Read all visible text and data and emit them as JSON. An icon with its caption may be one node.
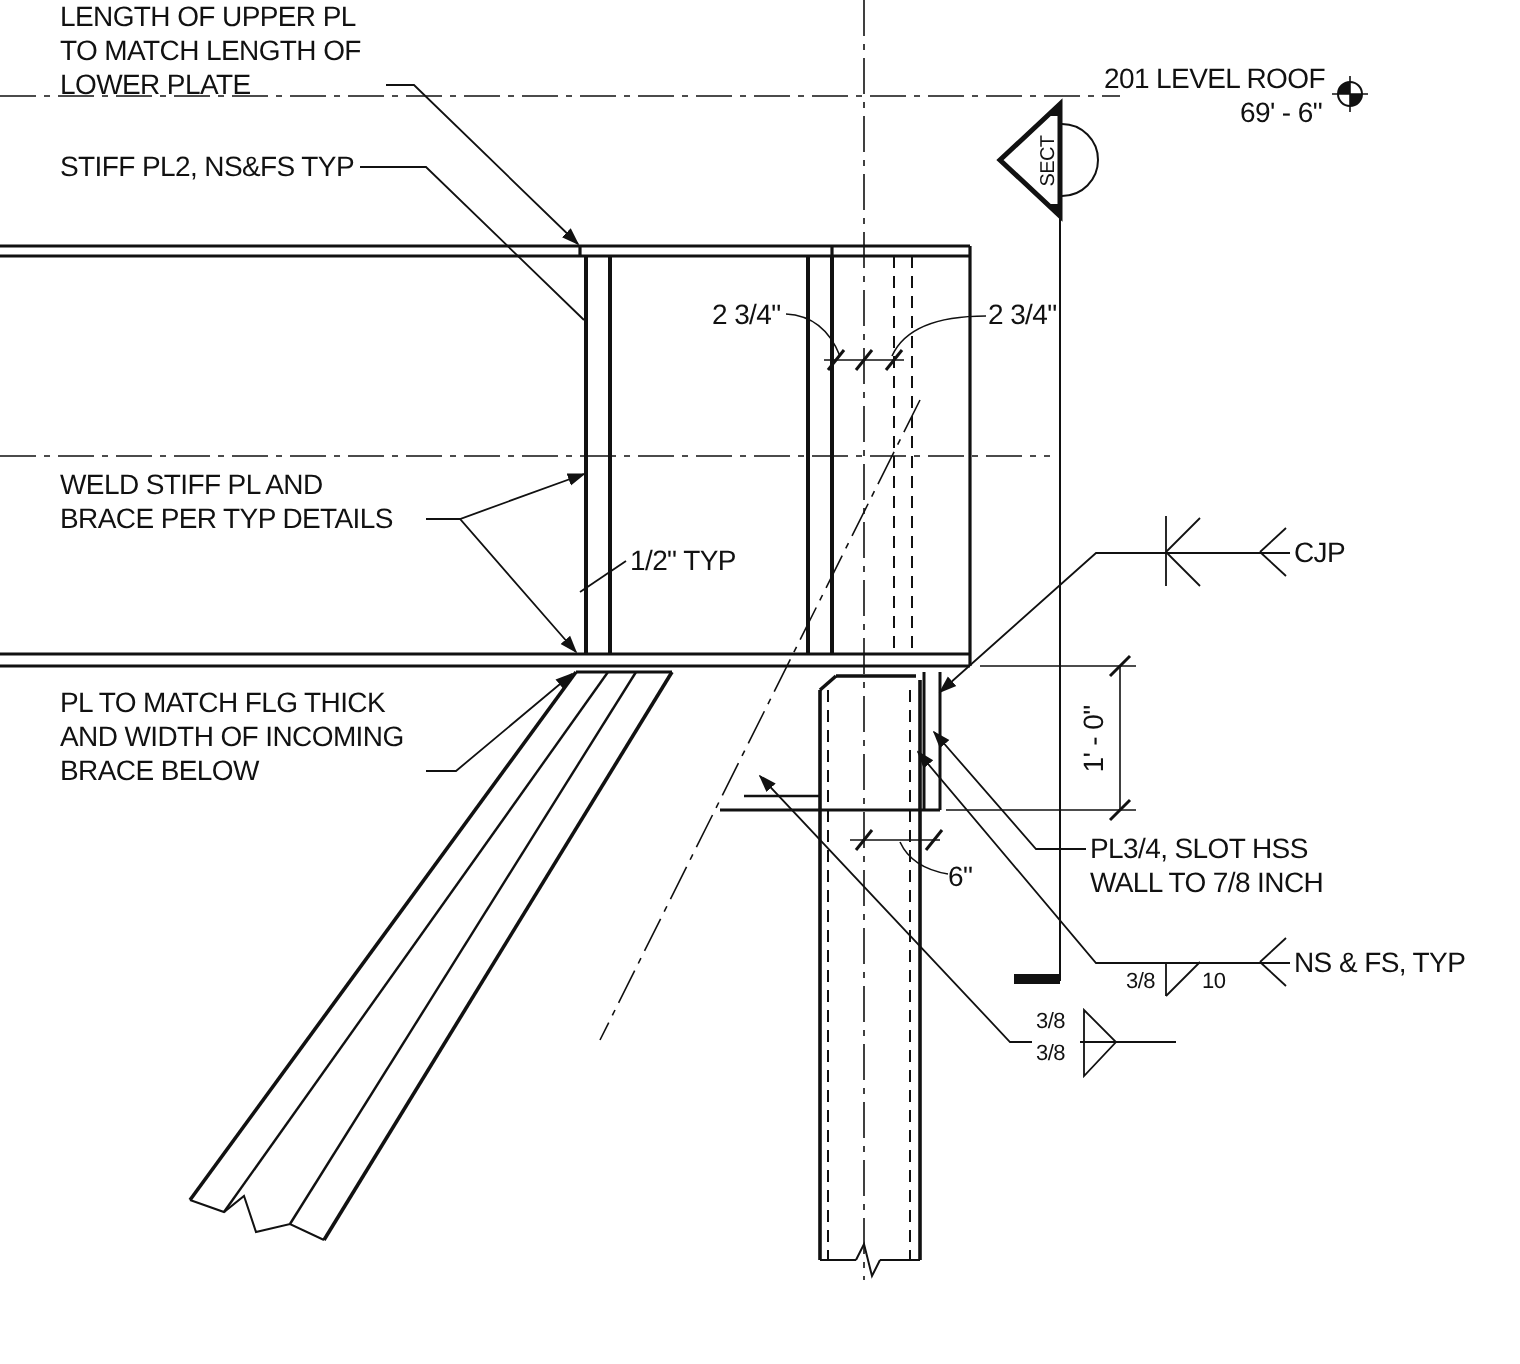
{
  "diagram": {
    "nodes": [
      {
        "text": [
          "LENGTH OF UPPER PL TO MATCH LENGTH OF LOWER PLATE"
        ]
      },
      {
        "text": [
          "STIFF PL2, NS&FS TYP"
        ]
      },
      {
        "text": [
          "WELD STIFF PL AND BRACE PER TYP DETAILS"
        ]
      },
      {
        "text": [
          "1/2\" TYP"
        ]
      },
      {
        "text": [
          "PL TO MATCH FLG THICK AND WIDTH OF INCOMING BRACE BELOW"
        ]
      },
      {
        "text": [
          "CJP"
        ]
      },
      {
        "text": [
          "PL3/4, SLOT HSS WALL TO 7/8 INCH"
        ]
      },
      {
        "text": [
          "NS & FS, TYP"
        ]
      },
      {
        "text": [
          "3/8",
          "3/8"
        ]
      }
    ],
    "edges": [
      {
        "from": 0,
        "to": null,
        "arrow": "to"
      },
      {
        "from": 1,
        "to": null,
        "arrow": "none"
      },
      {
        "from": 2,
        "to": null,
        "arrow": "to"
      },
      {
        "from": 2,
        "to": null,
        "arrow": "to"
      },
      {
        "from": 3,
        "to": null,
        "arrow": "none"
      },
      {
        "from": 4,
        "to": null,
        "arrow": "to"
      },
      {
        "from": 5,
        "to": null,
        "arrow": "to"
      },
      {
        "from": 6,
        "to": null,
        "arrow": "to"
      },
      {
        "from": 7,
        "to": null,
        "arrow": "to"
      },
      {
        "from": 8,
        "to": null,
        "arrow": "to"
      }
    ],
    "labels": [
      "201 LEVEL ROOF",
      "69' - 6\"",
      "SECT",
      "2 3/4\"",
      "2 3/4\"",
      "1' - 0\"",
      "6\"",
      "3/8",
      "10"
    ]
  }
}
